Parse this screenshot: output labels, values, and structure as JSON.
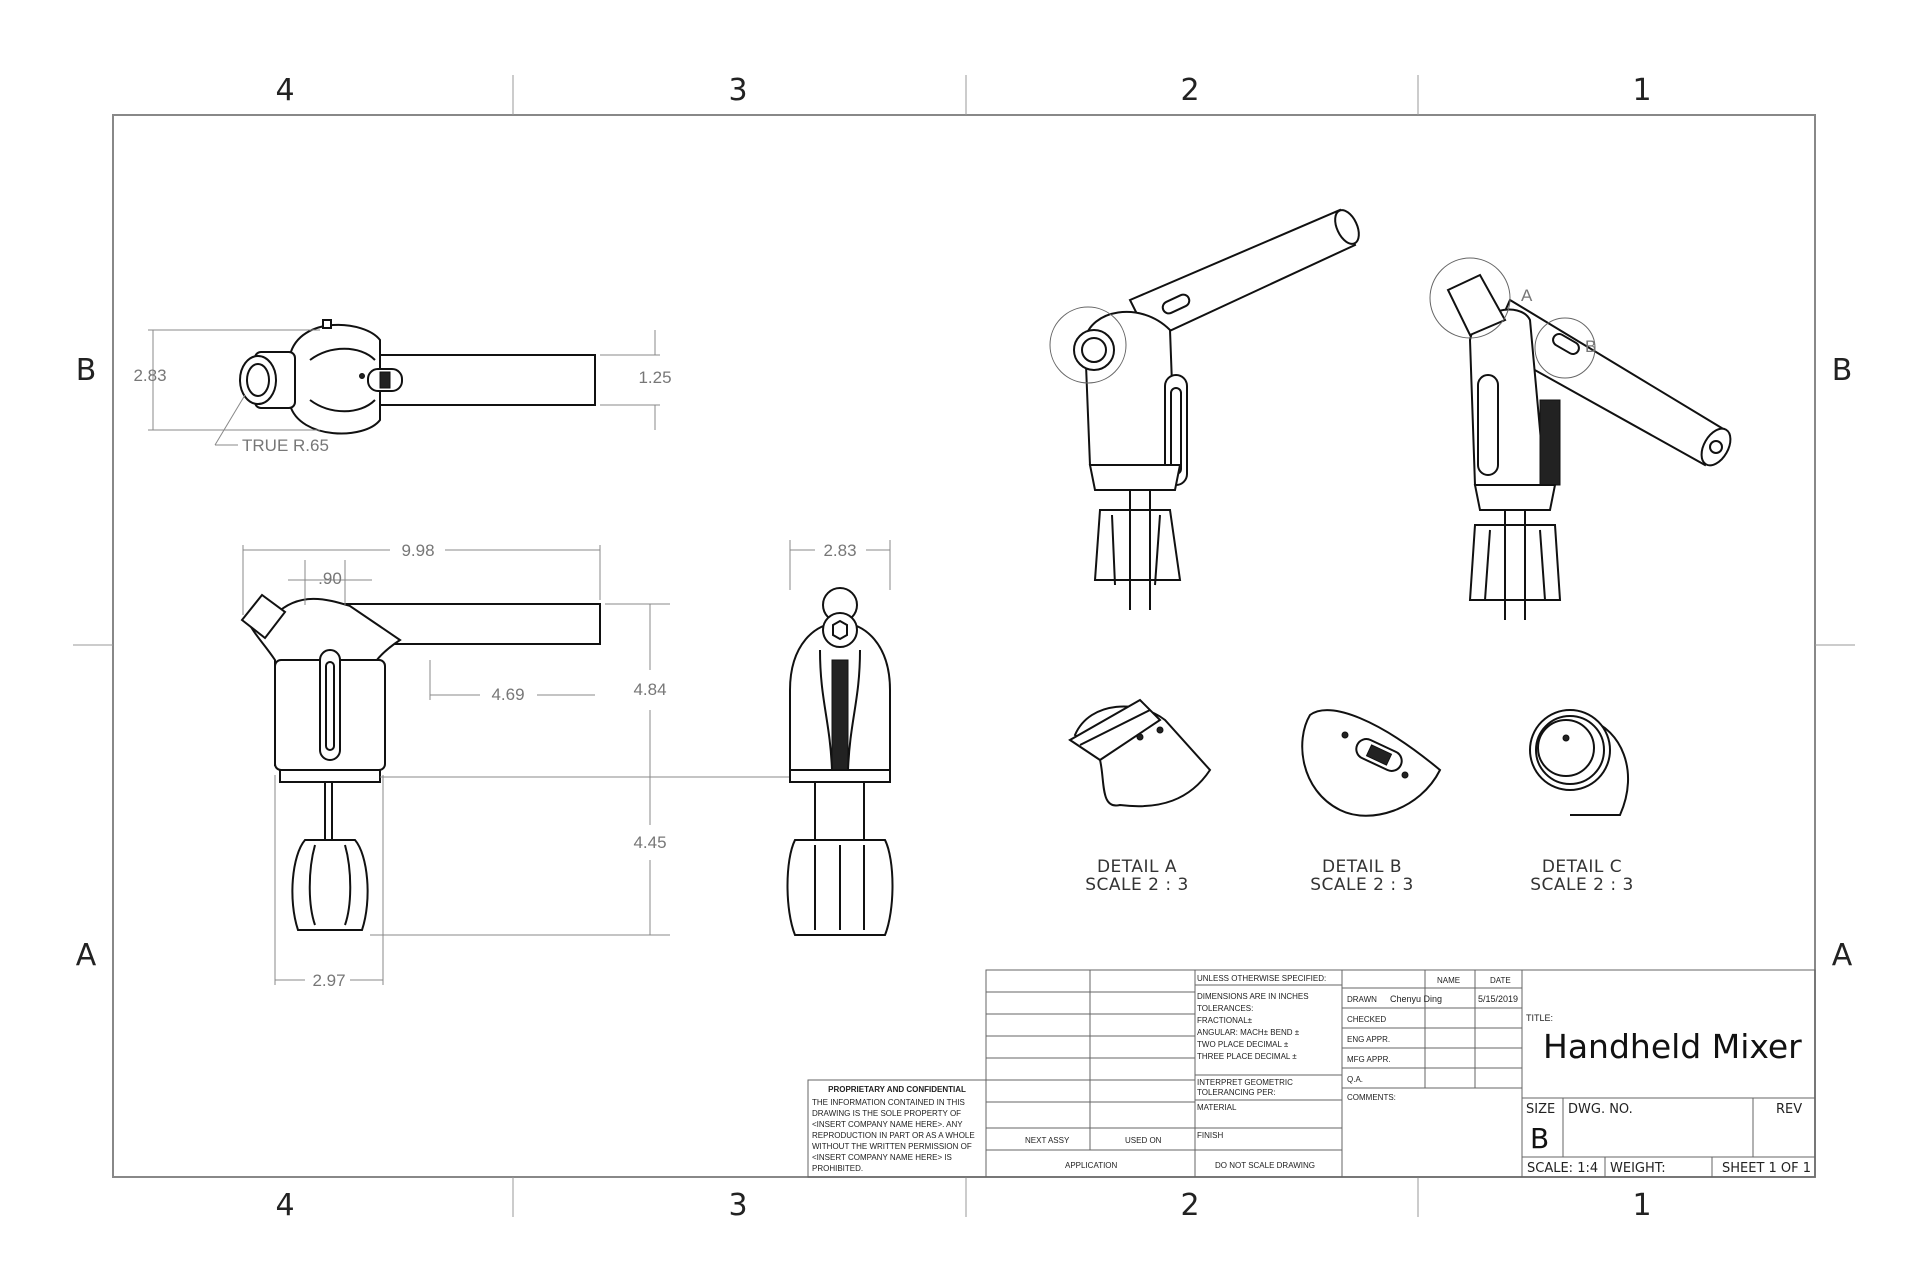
{
  "zones": {
    "columns": [
      "4",
      "3",
      "2",
      "1"
    ],
    "rows": [
      "B",
      "A"
    ]
  },
  "views": {
    "top": {
      "dims": [
        "2.83",
        "1.25"
      ],
      "note": "TRUE R.65"
    },
    "front": {
      "dims": [
        "9.98",
        ".90",
        "4.69",
        "4.84",
        "4.45",
        "2.97"
      ]
    },
    "side": {
      "dims": [
        "2.83"
      ]
    },
    "iso_labels": [
      "A",
      "B"
    ]
  },
  "details": [
    {
      "title": "DETAIL A",
      "scale": "SCALE 2 : 3"
    },
    {
      "title": "DETAIL B",
      "scale": "SCALE 2 : 3"
    },
    {
      "title": "DETAIL C",
      "scale": "SCALE 2 : 3"
    }
  ],
  "proprietary": {
    "heading": "PROPRIETARY AND CONFIDENTIAL",
    "lines": [
      "THE INFORMATION CONTAINED IN THIS",
      "DRAWING IS THE SOLE PROPERTY OF",
      "<INSERT COMPANY NAME HERE>.  ANY",
      "REPRODUCTION IN PART OR AS A WHOLE",
      "WITHOUT THE WRITTEN PERMISSION OF",
      "<INSERT COMPANY NAME HERE> IS",
      "PROHIBITED."
    ]
  },
  "title_block": {
    "unless": "UNLESS OTHERWISE SPECIFIED:",
    "dimensions": "DIMENSIONS ARE IN INCHES",
    "tolerances": "TOLERANCES:",
    "fractional": "FRACTIONAL±",
    "angular": "ANGULAR: MACH±    BEND ±",
    "two_place": "TWO PLACE DECIMAL    ±",
    "three_place": "THREE PLACE DECIMAL  ±",
    "interpret1": "INTERPRET GEOMETRIC",
    "interpret2": "TOLERANCING PER:",
    "material": "MATERIAL",
    "finish": "FINISH",
    "next_assy": "NEXT ASSY",
    "used_on": "USED ON",
    "application": "APPLICATION",
    "do_not_scale": "DO NOT SCALE DRAWING",
    "name_hdr": "NAME",
    "date_hdr": "DATE",
    "rows": [
      "DRAWN",
      "CHECKED",
      "ENG APPR.",
      "MFG APPR.",
      "Q.A.",
      "COMMENTS:"
    ],
    "drawn_name": "Chenyu Ding",
    "drawn_date": "5/15/2019",
    "title_label": "TITLE:",
    "title": "Handheld Mixer",
    "size_label": "SIZE",
    "size": "B",
    "dwg_no_label": "DWG.  NO.",
    "rev_label": "REV",
    "scale": "SCALE: 1:4",
    "weight": "WEIGHT:",
    "sheet": "SHEET 1 OF 1"
  }
}
